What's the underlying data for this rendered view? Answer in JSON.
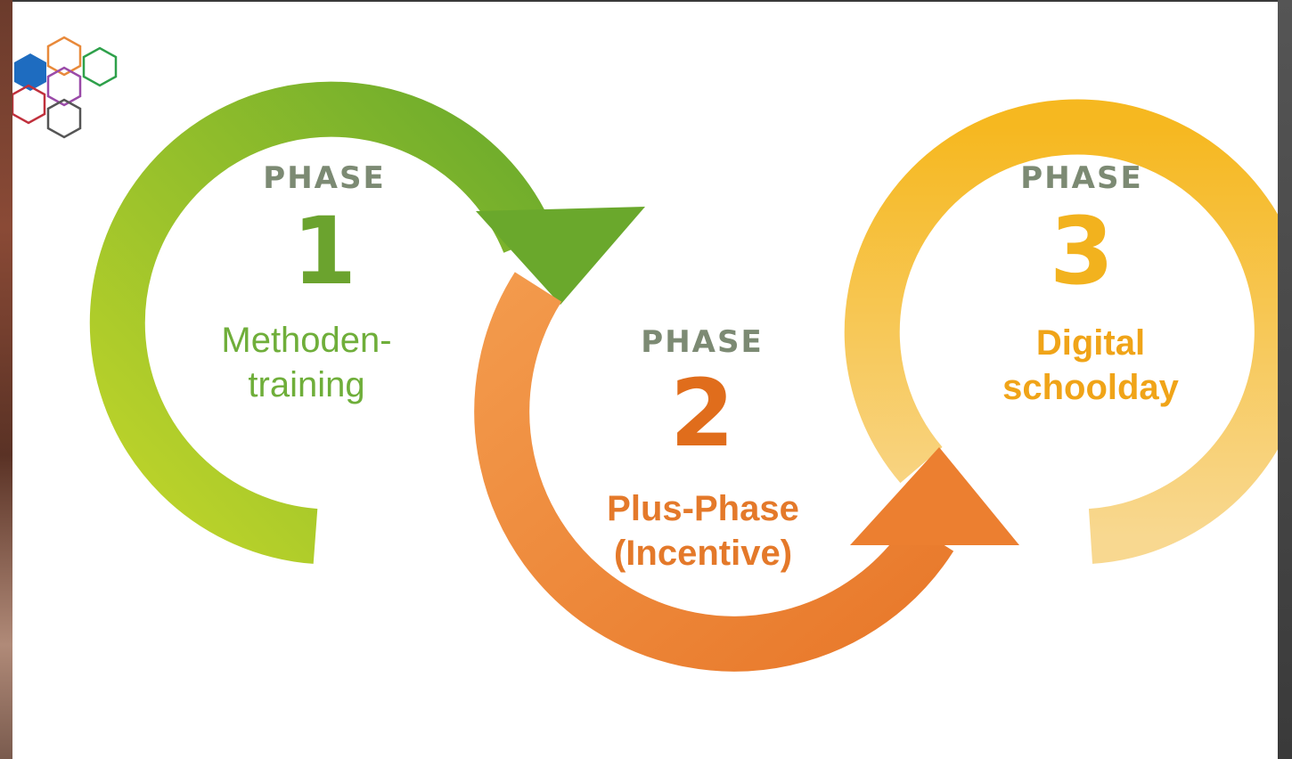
{
  "diagram": {
    "phases": [
      {
        "word": "PHASE",
        "number": "1",
        "caption_lines": [
          "Methoden-",
          "training"
        ]
      },
      {
        "word": "PHASE",
        "number": "2",
        "caption_lines": [
          "Plus-Phase",
          "(Incentive)"
        ]
      },
      {
        "word": "PHASE",
        "number": "3",
        "caption_lines": [
          "Digital",
          "schoolday"
        ]
      }
    ]
  },
  "colors": {
    "phase1": "#6ba32e",
    "phase2": "#e06d1c",
    "phase3": "#f2b21e"
  },
  "logo": {
    "icon": "hexagon-cluster-logo"
  }
}
